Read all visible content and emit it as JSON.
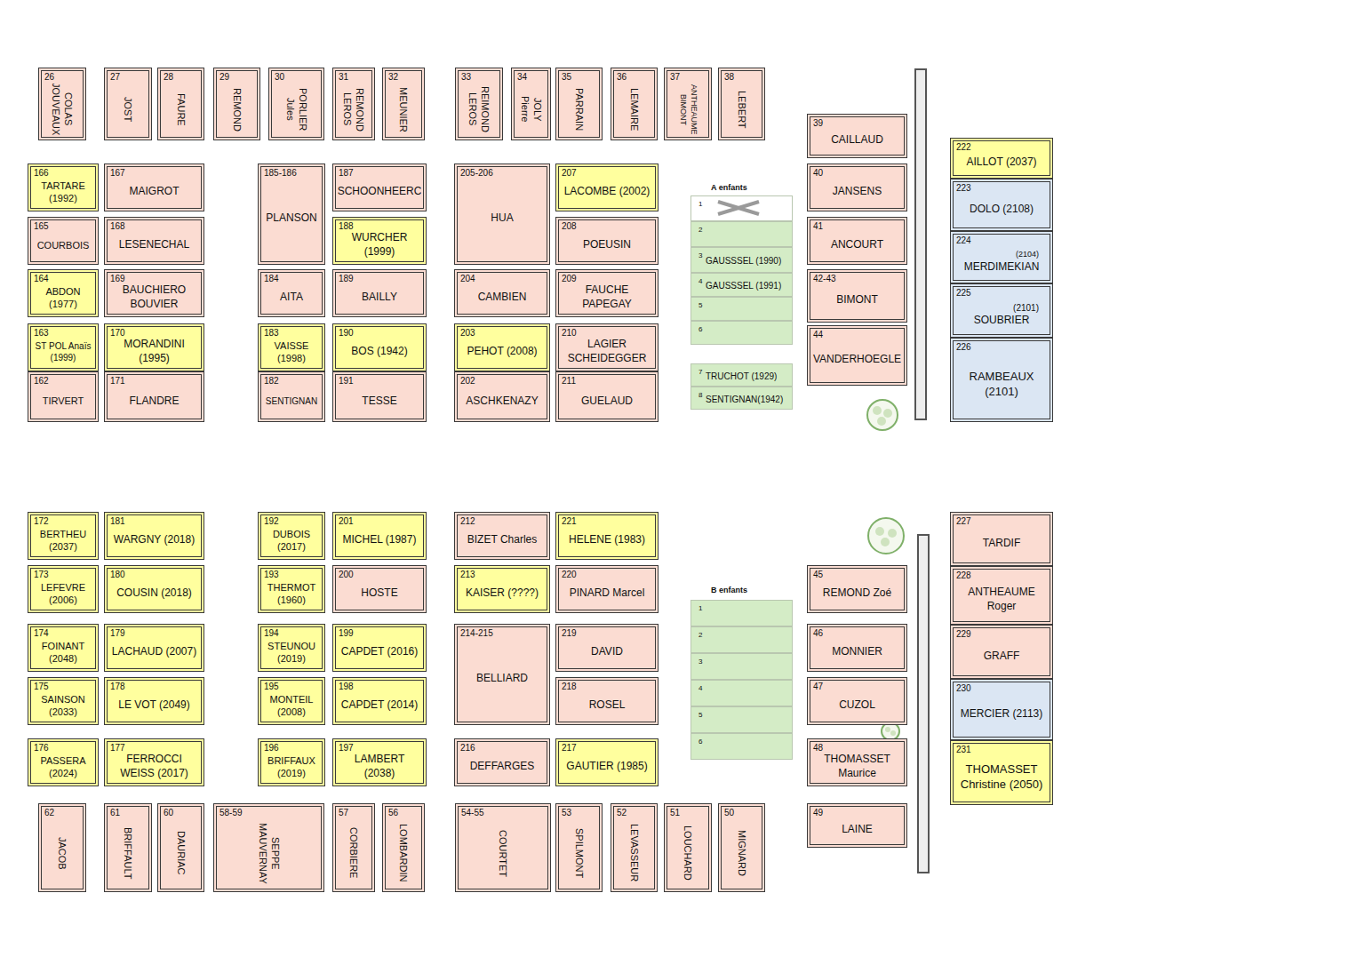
{
  "diagram": {
    "nodes": [
      {
        "text": [
          "26",
          "COLAS JOUVEAUX"
        ]
      },
      {
        "text": [
          "27",
          "JOST"
        ]
      },
      {
        "text": [
          "28",
          "FAURE"
        ]
      },
      {
        "text": [
          "29",
          "REMOND"
        ]
      },
      {
        "text": [
          "30",
          "PORLIER Jules"
        ]
      },
      {
        "text": [
          "31",
          "REMOND LEROS"
        ]
      },
      {
        "text": [
          "32",
          "MEUNIER"
        ]
      },
      {
        "text": [
          "33",
          "REIMOND LEROS"
        ]
      },
      {
        "text": [
          "34",
          "JOLY Pierre"
        ]
      },
      {
        "text": [
          "35",
          "PARRAIN"
        ]
      },
      {
        "text": [
          "36",
          "LEMAIRE"
        ]
      },
      {
        "text": [
          "37",
          "ANTHEAUME BIMONT"
        ]
      },
      {
        "text": [
          "38",
          "LEBERT"
        ]
      },
      {
        "text": [
          "166",
          "TARTARE (1992)"
        ]
      },
      {
        "text": [
          "167",
          "MAIGROT"
        ]
      },
      {
        "text": [
          "165",
          "COURBOIS"
        ]
      },
      {
        "text": [
          "168",
          "LESENECHAL"
        ]
      },
      {
        "text": [
          "164",
          "ABDON (1977)"
        ]
      },
      {
        "text": [
          "169",
          "BAUCHIERO BOUVIER"
        ]
      },
      {
        "text": [
          "163",
          "ST POL Anaïs (1999)"
        ]
      },
      {
        "text": [
          "170",
          "MORANDINI (1995)"
        ]
      },
      {
        "text": [
          "162",
          "TIRVERT"
        ]
      },
      {
        "text": [
          "171",
          "FLANDRE"
        ]
      },
      {
        "text": [
          "185-186",
          "PLANSON"
        ]
      },
      {
        "text": [
          "187",
          "SCHOONHEERC"
        ]
      },
      {
        "text": [
          "188",
          "WURCHER (1999)"
        ]
      },
      {
        "text": [
          "184",
          "AITA"
        ]
      },
      {
        "text": [
          "189",
          "BAILLY"
        ]
      },
      {
        "text": [
          "183",
          "VAISSE (1998)"
        ]
      },
      {
        "text": [
          "190",
          "BOS (1942)"
        ]
      },
      {
        "text": [
          "182",
          "SENTIGNAN"
        ]
      },
      {
        "text": [
          "191",
          "TESSE"
        ]
      },
      {
        "text": [
          "205-206",
          "HUA"
        ]
      },
      {
        "text": [
          "207",
          "LACOMBE (2002)"
        ]
      },
      {
        "text": [
          "208",
          "POEUSIN"
        ]
      },
      {
        "text": [
          "204",
          "CAMBIEN"
        ]
      },
      {
        "text": [
          "209",
          "FAUCHE PAPEGAY"
        ]
      },
      {
        "text": [
          "203",
          "PEHOT (2008)"
        ]
      },
      {
        "text": [
          "210",
          "LAGIER SCHEIDEGGER"
        ]
      },
      {
        "text": [
          "202",
          "ASCHKENAZY"
        ]
      },
      {
        "text": [
          "211",
          "GUELAUD"
        ]
      },
      {
        "text": [
          "1"
        ]
      },
      {
        "text": [
          "2"
        ]
      },
      {
        "text": [
          "3",
          "GAUSSSEL (1990)"
        ]
      },
      {
        "text": [
          "4",
          "GAUSSSEL (1991)"
        ]
      },
      {
        "text": [
          "5"
        ]
      },
      {
        "text": [
          "6"
        ]
      },
      {
        "text": [
          "7",
          "TRUCHOT (1929)"
        ]
      },
      {
        "text": [
          "8",
          "SENTIGNAN(1942)"
        ]
      },
      {
        "text": [
          "39",
          "CAILLAUD"
        ]
      },
      {
        "text": [
          "40",
          "JANSENS"
        ]
      },
      {
        "text": [
          "41",
          "ANCOURT"
        ]
      },
      {
        "text": [
          "42-43",
          "BIMONT"
        ]
      },
      {
        "text": [
          "44",
          "VANDERHOEGLE"
        ]
      },
      {
        "text": [
          "222",
          "AILLOT (2037)"
        ]
      },
      {
        "text": [
          "223",
          "DOLO (2108)"
        ]
      },
      {
        "text": [
          "224",
          "(2104)",
          "MERDIMEKIAN"
        ]
      },
      {
        "text": [
          "225",
          "(2101)",
          "SOUBRIER"
        ]
      },
      {
        "text": [
          "226",
          "RAMBEAUX (2101)"
        ]
      },
      {
        "text": [
          "172",
          "BERTHEU (2037)"
        ]
      },
      {
        "text": [
          "181",
          "WARGNY (2018)"
        ]
      },
      {
        "text": [
          "173",
          "LEFEVRE (2006)"
        ]
      },
      {
        "text": [
          "180",
          "COUSIN (2018)"
        ]
      },
      {
        "text": [
          "174",
          "FOINANT (2048)"
        ]
      },
      {
        "text": [
          "179",
          "LACHAUD (2007)"
        ]
      },
      {
        "text": [
          "175",
          "SAINSON (2033)"
        ]
      },
      {
        "text": [
          "178",
          "LE VOT (2049)"
        ]
      },
      {
        "text": [
          "176",
          "PASSERA (2024)"
        ]
      },
      {
        "text": [
          "177",
          "FERROCCI WEISS (2017)"
        ]
      },
      {
        "text": [
          "192",
          "DUBOIS (2017)"
        ]
      },
      {
        "text": [
          "201",
          "MICHEL (1987)"
        ]
      },
      {
        "text": [
          "193",
          "THERMOT (1960)"
        ]
      },
      {
        "text": [
          "200",
          "HOSTE"
        ]
      },
      {
        "text": [
          "194",
          "STEUNOU (2019)"
        ]
      },
      {
        "text": [
          "199",
          "CAPDET (2016)"
        ]
      },
      {
        "text": [
          "195",
          "MONTEIL (2008)"
        ]
      },
      {
        "text": [
          "198",
          "CAPDET (2014)"
        ]
      },
      {
        "text": [
          "196",
          "BRIFFAUX (2019)"
        ]
      },
      {
        "text": [
          "197",
          "LAMBERT (2038)"
        ]
      },
      {
        "text": [
          "212",
          "BIZET Charles"
        ]
      },
      {
        "text": [
          "221",
          "HELENE (1983)"
        ]
      },
      {
        "text": [
          "213",
          "KAISER (????)"
        ]
      },
      {
        "text": [
          "220",
          "PINARD Marcel"
        ]
      },
      {
        "text": [
          "214-215",
          "BELLIARD"
        ]
      },
      {
        "text": [
          "219",
          "DAVID"
        ]
      },
      {
        "text": [
          "218",
          "ROSEL"
        ]
      },
      {
        "text": [
          "216",
          "DEFFARGES"
        ]
      },
      {
        "text": [
          "217",
          "GAUTIER (1985)"
        ]
      },
      {
        "text": [
          "1"
        ]
      },
      {
        "text": [
          "2"
        ]
      },
      {
        "text": [
          "3"
        ]
      },
      {
        "text": [
          "4"
        ]
      },
      {
        "text": [
          "5"
        ]
      },
      {
        "text": [
          "6"
        ]
      },
      {
        "text": [
          "45",
          "REMOND Zoé"
        ]
      },
      {
        "text": [
          "46",
          "MONNIER"
        ]
      },
      {
        "text": [
          "47",
          "CUZOL"
        ]
      },
      {
        "text": [
          "48",
          "THOMASSET Maurice"
        ]
      },
      {
        "text": [
          "49",
          "LAINE"
        ]
      },
      {
        "text": [
          "227",
          "TARDIF"
        ]
      },
      {
        "text": [
          "228",
          "ANTHEAUME Roger"
        ]
      },
      {
        "text": [
          "229",
          "GRAFF"
        ]
      },
      {
        "text": [
          "230",
          "MERCIER (2113)"
        ]
      },
      {
        "text": [
          "231",
          "THOMASSET Christine (2050)"
        ]
      },
      {
        "text": [
          "62",
          "JACOB"
        ]
      },
      {
        "text": [
          "61",
          "BRIFFAULT"
        ]
      },
      {
        "text": [
          "60",
          "DAURIAC"
        ]
      },
      {
        "text": [
          "58-59",
          "SEPPE MAUVERNAY"
        ]
      },
      {
        "text": [
          "57",
          "CORBIERE"
        ]
      },
      {
        "text": [
          "56",
          "LOMBARDIN"
        ]
      },
      {
        "text": [
          "54-55",
          "COURTET"
        ]
      },
      {
        "text": [
          "53",
          "SPILMONT"
        ]
      },
      {
        "text": [
          "52",
          "LEVASSEUR"
        ]
      },
      {
        "text": [
          "51",
          "LOUCHARD"
        ]
      },
      {
        "text": [
          "50",
          "MIGNARD"
        ]
      }
    ],
    "labels": [
      "A enfants",
      "B enfants"
    ]
  }
}
